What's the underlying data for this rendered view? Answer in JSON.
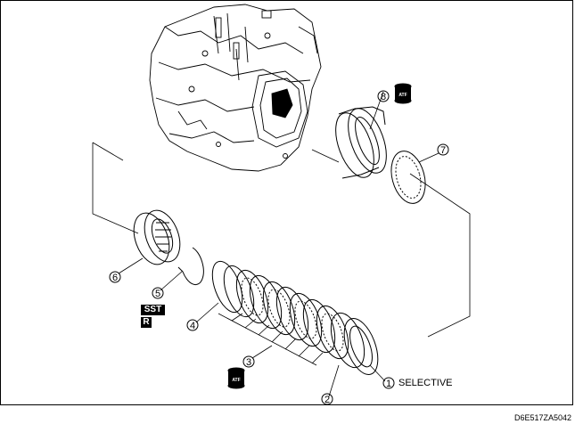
{
  "callouts": [
    "1",
    "2",
    "3",
    "4",
    "5",
    "6",
    "7",
    "8"
  ],
  "selective_label": "SELECTIVE",
  "tool_badges": {
    "sst": "SST",
    "r": "R"
  },
  "atf_label": "ATF",
  "figure_id": "D6E517ZA5042"
}
